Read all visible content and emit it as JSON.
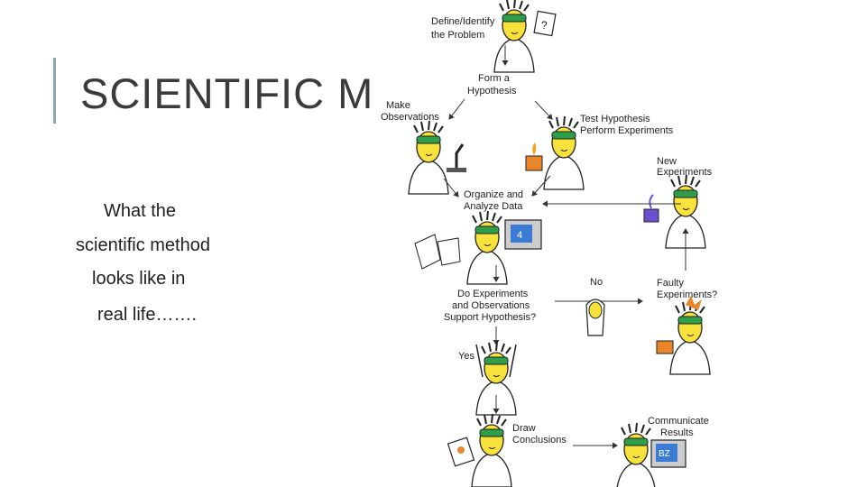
{
  "slide": {
    "title": "SCIENTIFIC M",
    "body_lines": [
      "What the",
      "scientific method",
      "looks like in",
      "real life……."
    ]
  },
  "diagram": {
    "define_problem": [
      "Define/Identify",
      "the Problem"
    ],
    "form_hypothesis": [
      "Form a",
      "Hypothesis"
    ],
    "make_observations": [
      "Make",
      "Observations"
    ],
    "test_hypothesis": [
      "Test Hypothesis",
      "Perform Experiments"
    ],
    "new_experiments": [
      "New",
      "Experiments"
    ],
    "organize_data": [
      "Organize and",
      "Analyze Data"
    ],
    "support_question": [
      "Do Experiments",
      "and Observations",
      "Support Hypothesis?"
    ],
    "no_label": "No",
    "faulty_experiments": [
      "Faulty",
      "Experiments?"
    ],
    "yes_label": "Yes",
    "draw_conclusions": [
      "Draw",
      "Conclusions"
    ],
    "communicate_results": [
      "Communicate",
      "Results"
    ],
    "paper_mark": "?",
    "monitor_mark_1": "4",
    "monitor_mark_2": "BZ"
  },
  "colors": {
    "accent_bar": "#8aa8b0",
    "face_yellow": "#f6e23a",
    "goggle_green": "#2e9e4a",
    "beaker_orange": "#e9862a",
    "flask_purple": "#6b4fd1",
    "monitor_blue": "#3a7bd5"
  }
}
